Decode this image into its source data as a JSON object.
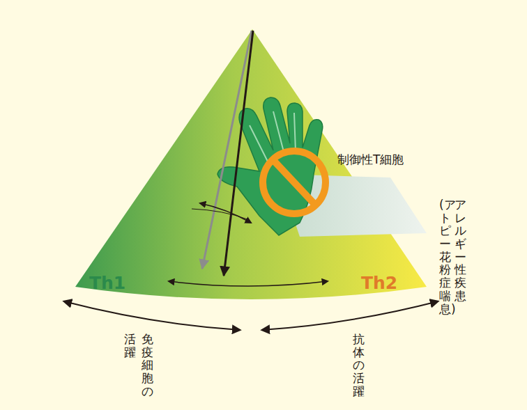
{
  "diagram": {
    "labels": [
      "制御性T細胞",
      "Th1",
      "Th2",
      "アレルギー性疾患",
      "(アトピー・花粉症・喘息)",
      "免疫細胞の活躍",
      "抗体の活躍"
    ]
  }
}
